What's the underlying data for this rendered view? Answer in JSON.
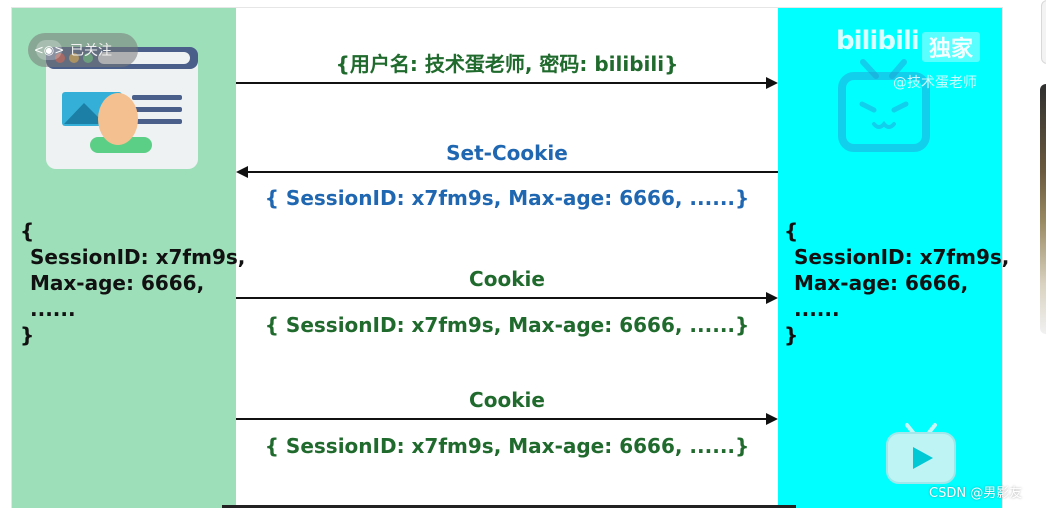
{
  "overlay": {
    "follow_label": "已关注",
    "follow_icon": "eye-icon",
    "watermark_brand": "bilibili",
    "watermark_badge": "独家",
    "watermark_handle": "@技术蛋老师",
    "credit": "CSDN @男影友"
  },
  "colors": {
    "left_panel": "#9ddfb9",
    "right_panel": "#00ffff",
    "green_text": "#1f6a2c",
    "blue_text": "#1f67b1"
  },
  "messages": {
    "login": {
      "label": "{用户名: 技术蛋老师, 密码: bilibili}",
      "direction": "client-to-server"
    },
    "set_cookie": {
      "label": "Set-Cookie",
      "payload": "{ SessionID: x7fm9s, Max-age: 6666, ......}",
      "direction": "server-to-client"
    },
    "cookie_1": {
      "label": "Cookie",
      "payload": "{ SessionID: x7fm9s, Max-age: 6666, ......}",
      "direction": "client-to-server"
    },
    "cookie_2": {
      "label": "Cookie",
      "payload": "{ SessionID: x7fm9s, Max-age: 6666, ......}",
      "direction": "client-to-server"
    }
  },
  "client_store": {
    "open": "{",
    "line1": "SessionID: x7fm9s,",
    "line2": "Max-age: 6666,",
    "line3": "......",
    "close": "}"
  },
  "server_store": {
    "open": "{",
    "line1": "SessionID: x7fm9s,",
    "line2": "Max-age: 6666,",
    "line3": "......",
    "close": "}"
  }
}
